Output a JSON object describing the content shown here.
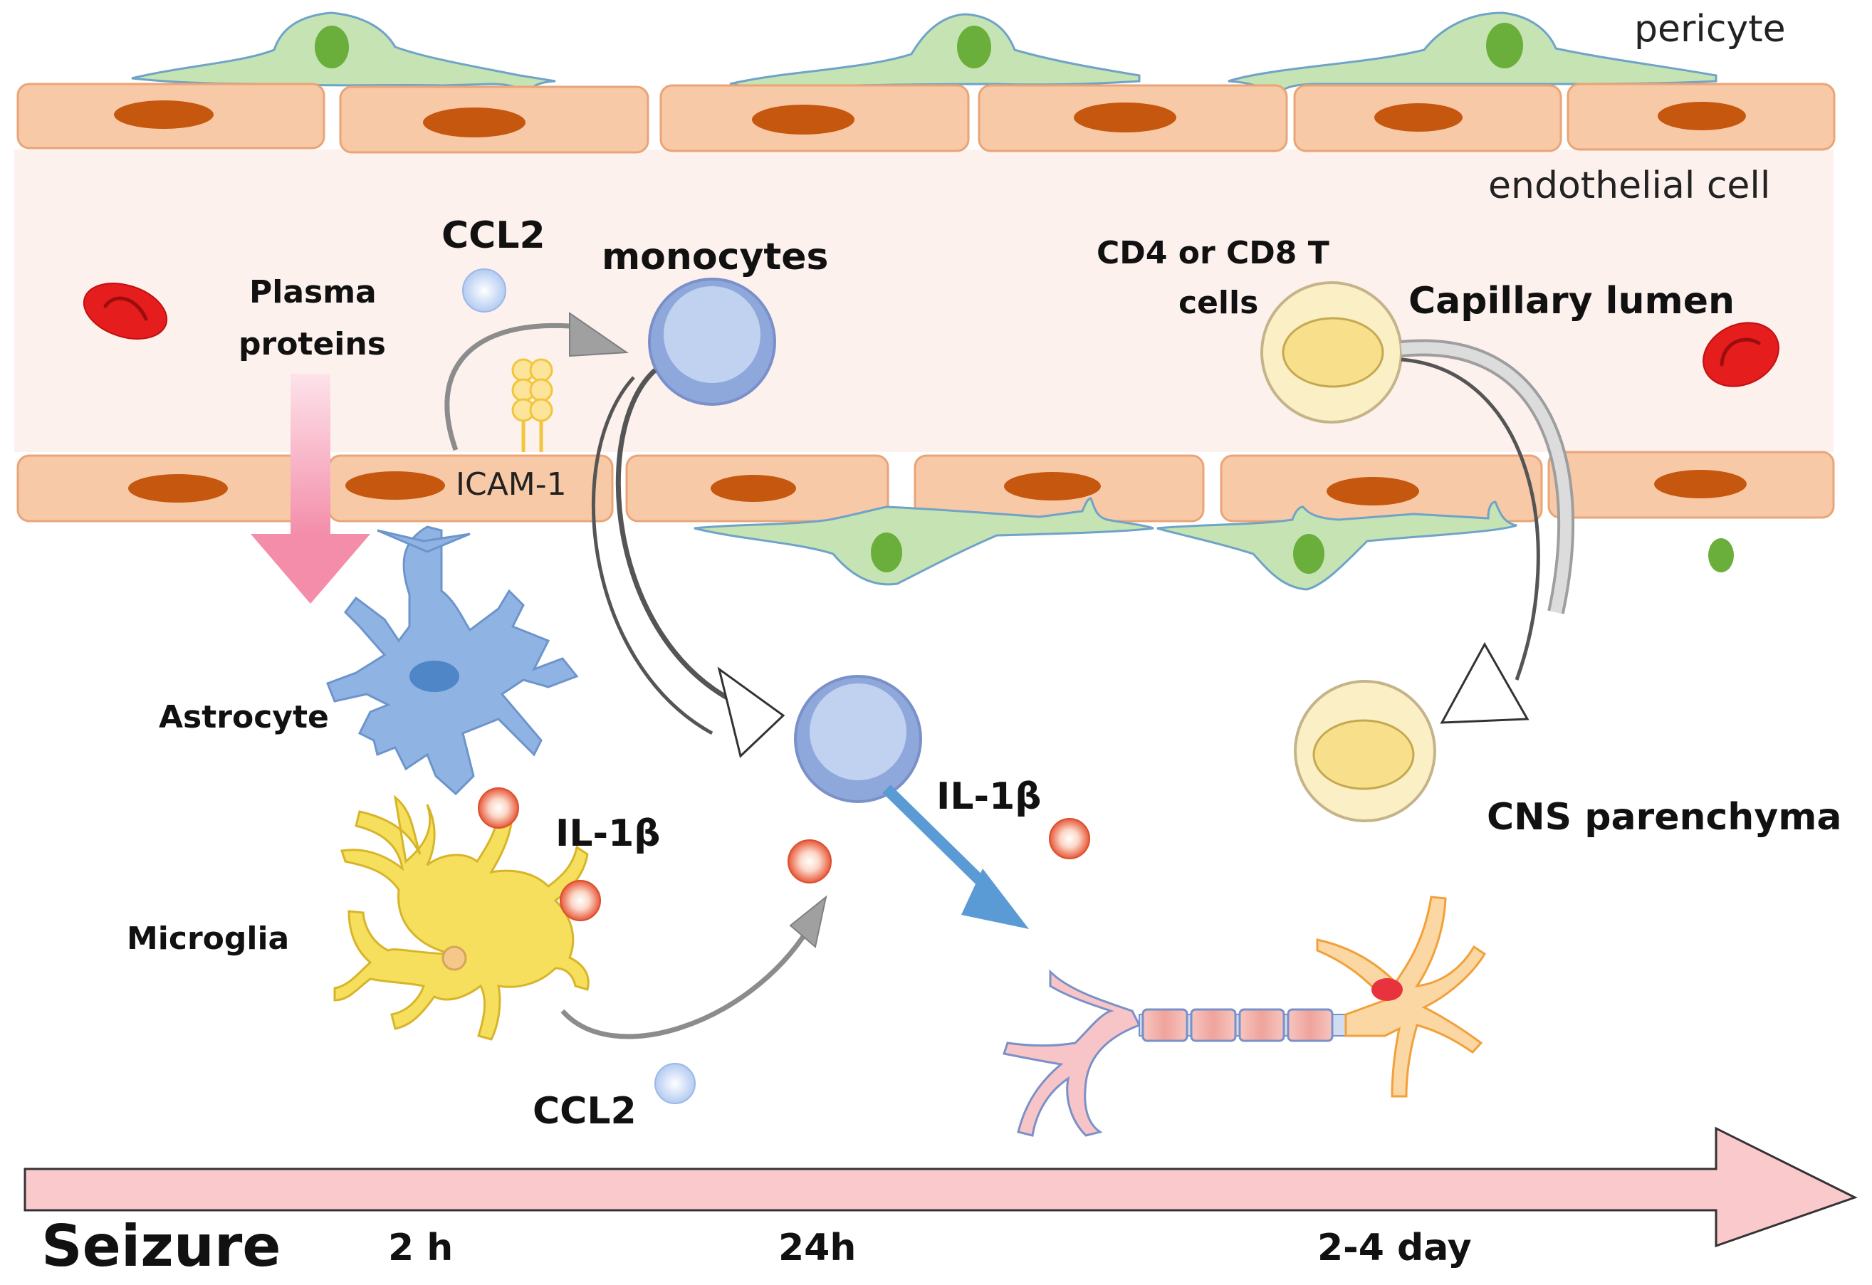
{
  "labels": {
    "pericyte": "pericyte",
    "endothelial_cell": "endothelial cell",
    "ccl2_top": "CCL2",
    "monocytes": "monocytes",
    "plasma_proteins_line1": "Plasma",
    "plasma_proteins_line2": "proteins",
    "t_cells_line1": "CD4 or CD8 T",
    "t_cells_line2": "cells",
    "capillary_lumen": "Capillary lumen",
    "icam1": "ICAM-1",
    "astrocyte": "Astrocyte",
    "il1b_left": "IL-1β",
    "il1b_right": "IL-1β",
    "microglia": "Microglia",
    "ccl2_bottom": "CCL2",
    "cns_parenchyma": "CNS parenchyma"
  },
  "timeline": {
    "title": "Seizure",
    "ticks": [
      "2 h",
      "24h",
      "2-4 day"
    ]
  },
  "colors": {
    "endothelial_fill": "#F8C9A7",
    "endothelial_stroke": "#E9A477",
    "nucleus": "#C5570F",
    "lumen": "#FDF1EE",
    "pericyte_fill": "#C6E3B3",
    "pericyte_stroke": "#6FA3C8",
    "pericyte_nucleus": "#6AAF3C",
    "monocyte": "#8FA8DC",
    "t_cell": "#FBEFC6",
    "astrocyte": "#8FB3E3",
    "microglia": "#F6DF5C",
    "il1b": "#E8593A",
    "ccl2": "#B9CFF2",
    "rbc": "#E51D1D",
    "plasma_arrow": "#F6A3BA",
    "blue_arrow": "#5B9BD5",
    "timeline_fill": "#FAC9CC"
  }
}
